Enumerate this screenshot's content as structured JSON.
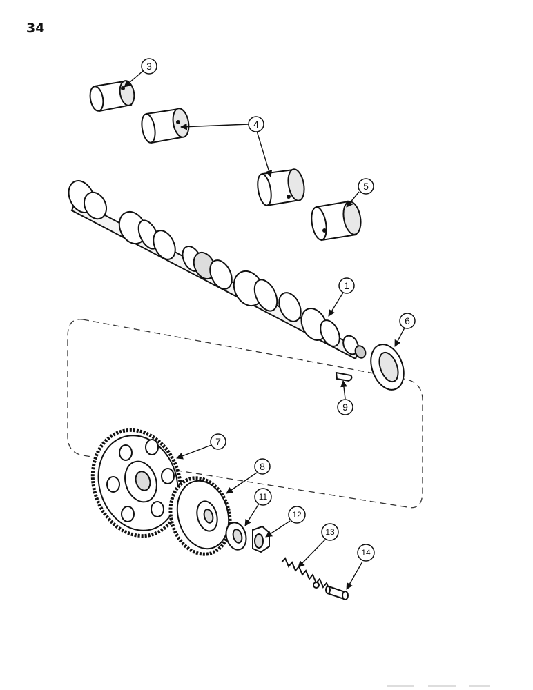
{
  "page": {
    "number": "34"
  },
  "callouts": [
    {
      "id": "c3",
      "label": "3"
    },
    {
      "id": "c4",
      "label": "4"
    },
    {
      "id": "c5",
      "label": "5"
    },
    {
      "id": "c1",
      "label": "1"
    },
    {
      "id": "c6",
      "label": "6"
    },
    {
      "id": "c9",
      "label": "9"
    },
    {
      "id": "c7",
      "label": "7"
    },
    {
      "id": "c8",
      "label": "8"
    },
    {
      "id": "c11",
      "label": "11"
    },
    {
      "id": "c12",
      "label": "12"
    },
    {
      "id": "c13",
      "label": "13"
    },
    {
      "id": "c14",
      "label": "14"
    }
  ]
}
